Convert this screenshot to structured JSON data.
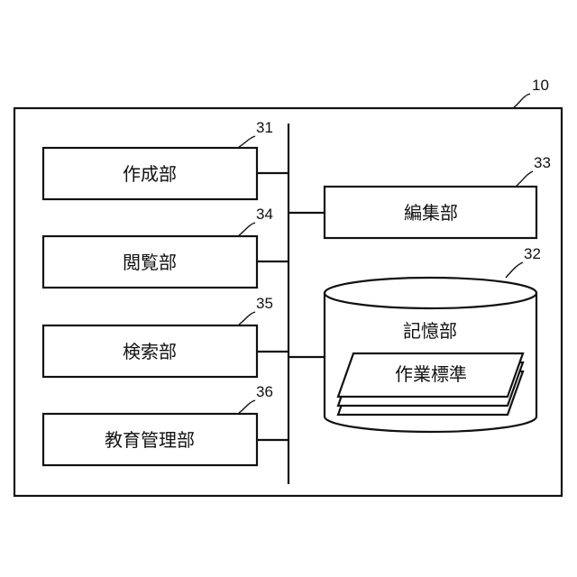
{
  "system": {
    "ref": "10"
  },
  "units": {
    "create": {
      "label": "作成部",
      "ref": "31"
    },
    "browse": {
      "label": "閲覧部",
      "ref": "34"
    },
    "search": {
      "label": "検索部",
      "ref": "35"
    },
    "education": {
      "label": "教育管理部",
      "ref": "36"
    },
    "edit": {
      "label": "編集部",
      "ref": "33"
    }
  },
  "storage": {
    "label": "記憶部",
    "ref": "32",
    "document_label": "作業標準"
  }
}
